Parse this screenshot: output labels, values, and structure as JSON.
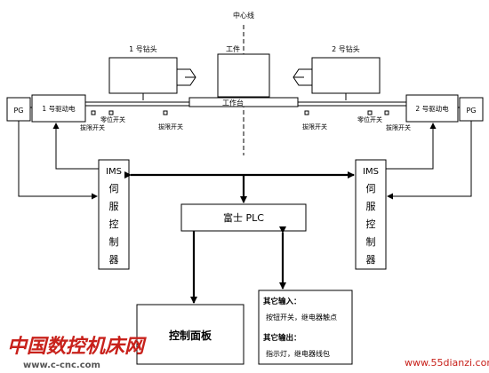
{
  "labels": {
    "center_line": "中心线",
    "head1": "1 号钻头",
    "head2": "2 号钻头",
    "workpiece": "工件",
    "worktable": "工作台",
    "pg_left": "PG",
    "pg_right": "PG",
    "motor1": "1 号驱动电",
    "motor2": "2 号驱动电",
    "limit_switch": "拔限开关",
    "zero_switch": "零位开关",
    "ims_left": [
      "IMS",
      "伺",
      "服",
      "控",
      "制",
      "器"
    ],
    "ims_right": [
      "IMS",
      "伺",
      "服",
      "控",
      "制",
      "器"
    ],
    "plc": "富士 PLC",
    "control_panel": "控制面板",
    "other_input_title": "其它输入：",
    "other_input_body": "按钮开关，继电器触点",
    "other_output_title": "其它输出：",
    "other_output_body": "指示灯，继电器线包"
  },
  "watermark": {
    "logo_text": "中国数控机床网",
    "logo_url": "www.c-cnc.com",
    "site": "www.55dianzi.com"
  }
}
